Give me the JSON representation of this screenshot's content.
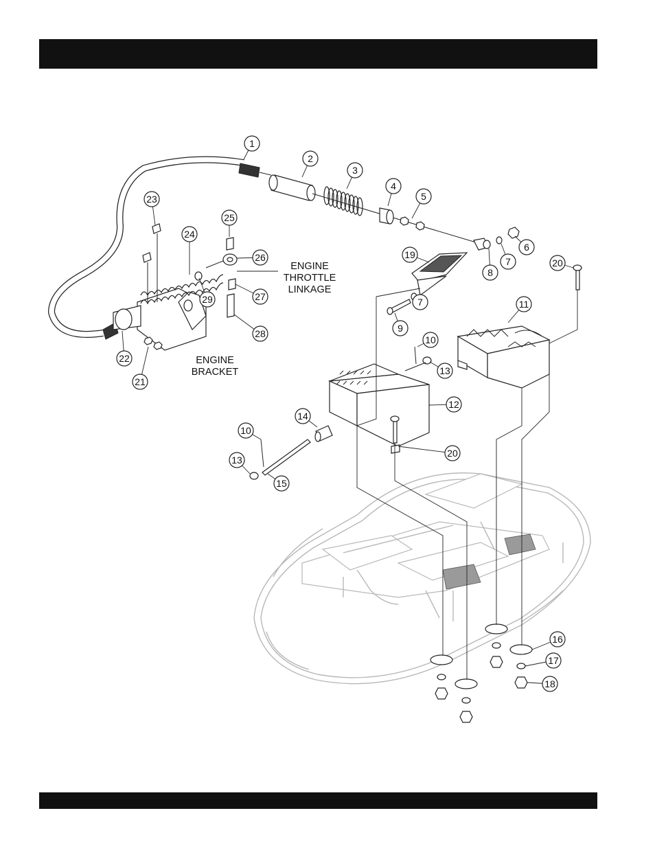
{
  "header_bar": {
    "color": "#111111"
  },
  "footer_bar": {
    "color": "#111111"
  },
  "labels": {
    "engine_throttle_linkage": [
      "ENGINE",
      "THROTTLE",
      "LINKAGE"
    ],
    "engine_bracket": [
      "ENGINE",
      "BRACKET"
    ]
  },
  "callouts": [
    "1",
    "2",
    "3",
    "4",
    "5",
    "6",
    "7",
    "8",
    "9",
    "10",
    "11",
    "12",
    "13",
    "14",
    "15",
    "16",
    "17",
    "18",
    "19",
    "20",
    "21",
    "22",
    "23",
    "24",
    "25",
    "26",
    "27",
    "28",
    "29"
  ],
  "callout_instances": [
    {
      "id": "1"
    },
    {
      "id": "2"
    },
    {
      "id": "3"
    },
    {
      "id": "4"
    },
    {
      "id": "5"
    },
    {
      "id": "6"
    },
    {
      "id": "7"
    },
    {
      "id": "8"
    },
    {
      "id": "7"
    },
    {
      "id": "9"
    },
    {
      "id": "19"
    },
    {
      "id": "20"
    },
    {
      "id": "11"
    },
    {
      "id": "10"
    },
    {
      "id": "13"
    },
    {
      "id": "12"
    },
    {
      "id": "14"
    },
    {
      "id": "20"
    },
    {
      "id": "10"
    },
    {
      "id": "13"
    },
    {
      "id": "15"
    },
    {
      "id": "23"
    },
    {
      "id": "24"
    },
    {
      "id": "25"
    },
    {
      "id": "26"
    },
    {
      "id": "27"
    },
    {
      "id": "28"
    },
    {
      "id": "29"
    },
    {
      "id": "22"
    },
    {
      "id": "21"
    },
    {
      "id": "16"
    },
    {
      "id": "17"
    },
    {
      "id": "18"
    }
  ]
}
